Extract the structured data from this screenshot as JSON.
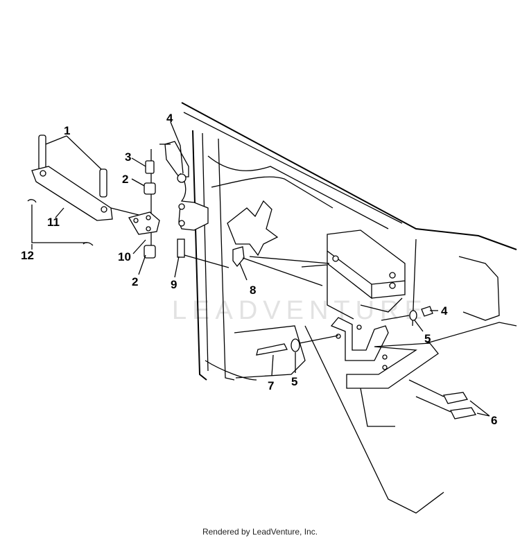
{
  "watermark": "LEADVENTURE",
  "footer": "Rendered by LeadVenture, Inc.",
  "callouts": [
    "1",
    "2",
    "2",
    "3",
    "4",
    "4",
    "5",
    "5",
    "6",
    "7",
    "8",
    "9",
    "10",
    "11",
    "12"
  ]
}
